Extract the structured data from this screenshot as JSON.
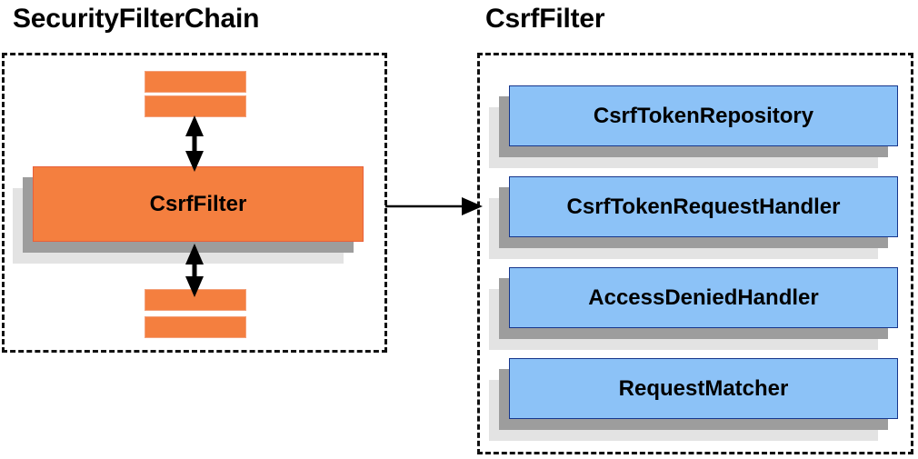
{
  "diagram": {
    "background_color": "#ffffff",
    "panels": [
      {
        "id": "security-filter-chain",
        "title": "SecurityFilterChain",
        "border_style": "dashed",
        "border_color": "#111111",
        "highlight_box": {
          "label": "CsrfFilter",
          "fill_color": "#f47f3f",
          "border_color": "#e8603a"
        },
        "stub_bars": {
          "count": 4,
          "fill_color": "#f47f3f",
          "border_color": "#f3a07a",
          "description": "abbreviated filter placeholders above and below CsrfFilter"
        },
        "connectors": [
          {
            "type": "double-arrow",
            "orientation": "vertical",
            "position": "above-csrffilter"
          },
          {
            "type": "double-arrow",
            "orientation": "vertical",
            "position": "below-csrffilter"
          }
        ]
      },
      {
        "id": "csrf-filter",
        "title": "CsrfFilter",
        "border_style": "dashed",
        "border_color": "#111111",
        "components": [
          {
            "label": "CsrfTokenRepository",
            "fill_color": "#8cc2f7",
            "border_color": "#16368c"
          },
          {
            "label": "CsrfTokenRequestHandler",
            "fill_color": "#8cc2f7",
            "border_color": "#16368c"
          },
          {
            "label": "AccessDeniedHandler",
            "fill_color": "#8cc2f7",
            "border_color": "#16368c"
          },
          {
            "label": "RequestMatcher",
            "fill_color": "#8cc2f7",
            "border_color": "#16368c"
          }
        ]
      }
    ],
    "link": {
      "type": "single-arrow",
      "orientation": "horizontal",
      "from": "security-filter-chain",
      "to": "csrf-filter",
      "color": "#000000"
    },
    "shadow_colors": {
      "mid": "#9d9d9d",
      "back": "#e3e3e3"
    }
  }
}
